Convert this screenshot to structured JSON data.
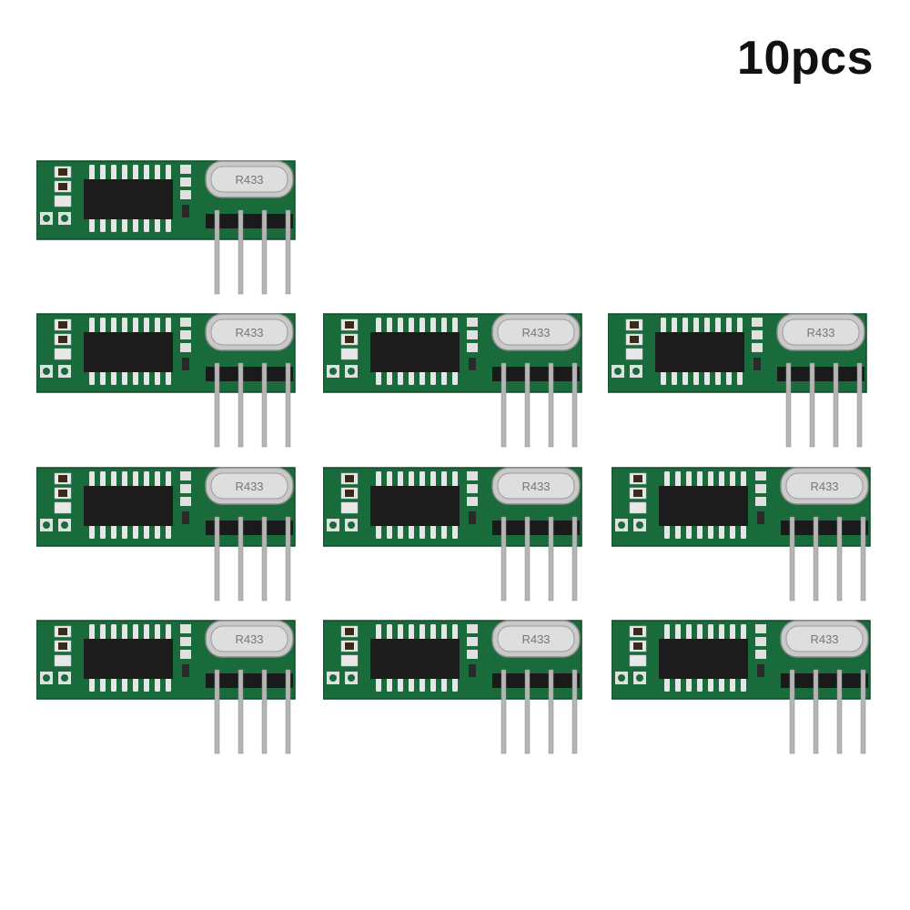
{
  "title": "10pcs",
  "product": {
    "quantity": 10,
    "crystal_marking": "R433",
    "board_color": "#1a6b3c",
    "pin_color": "#b5b5b5",
    "header_color": "#1a1a1a",
    "chip_color": "#1c1c1c",
    "crystal_color": "#c9c9c9"
  },
  "modules": [
    {
      "id": "module-1"
    },
    {
      "id": "module-2"
    },
    {
      "id": "module-3"
    },
    {
      "id": "module-4"
    },
    {
      "id": "module-5"
    },
    {
      "id": "module-6"
    },
    {
      "id": "module-7"
    },
    {
      "id": "module-8"
    },
    {
      "id": "module-9"
    },
    {
      "id": "module-10"
    }
  ]
}
